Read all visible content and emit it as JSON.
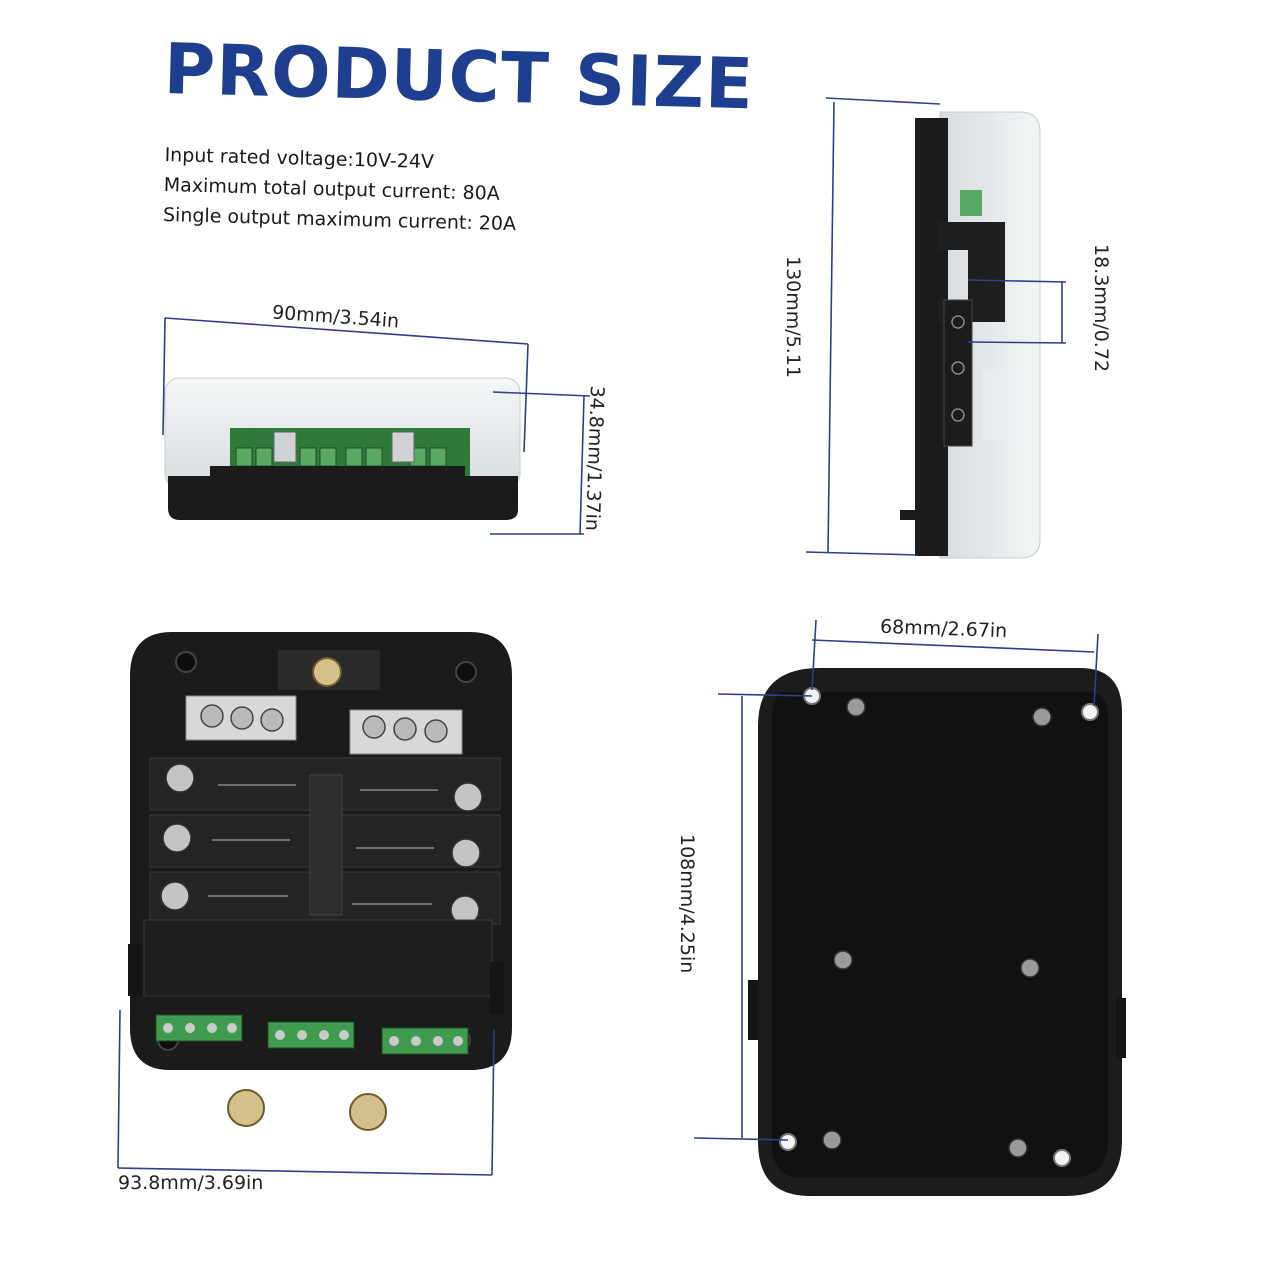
{
  "title": "PRODUCT SIZE",
  "specs": [
    "Input rated voltage:10V-24V",
    "Maximum total output current: 80A",
    "Single output maximum current: 20A"
  ],
  "dimensions": {
    "side_width": "90mm/3.54in",
    "side_height": "34.8mm/1.37in",
    "end_height": "130mm/5.11",
    "end_terminal": "18.3mm/0.72",
    "front_width": "93.8mm/3.69in",
    "back_width": "68mm/2.67in",
    "back_height": "108mm/4.25in"
  },
  "colors": {
    "title": "#1e3f8f",
    "dimension_line": "#2b3f8c",
    "housing": "#1b1b1b",
    "cover": "#e9ecee",
    "pcb": "#2f7a3a"
  }
}
